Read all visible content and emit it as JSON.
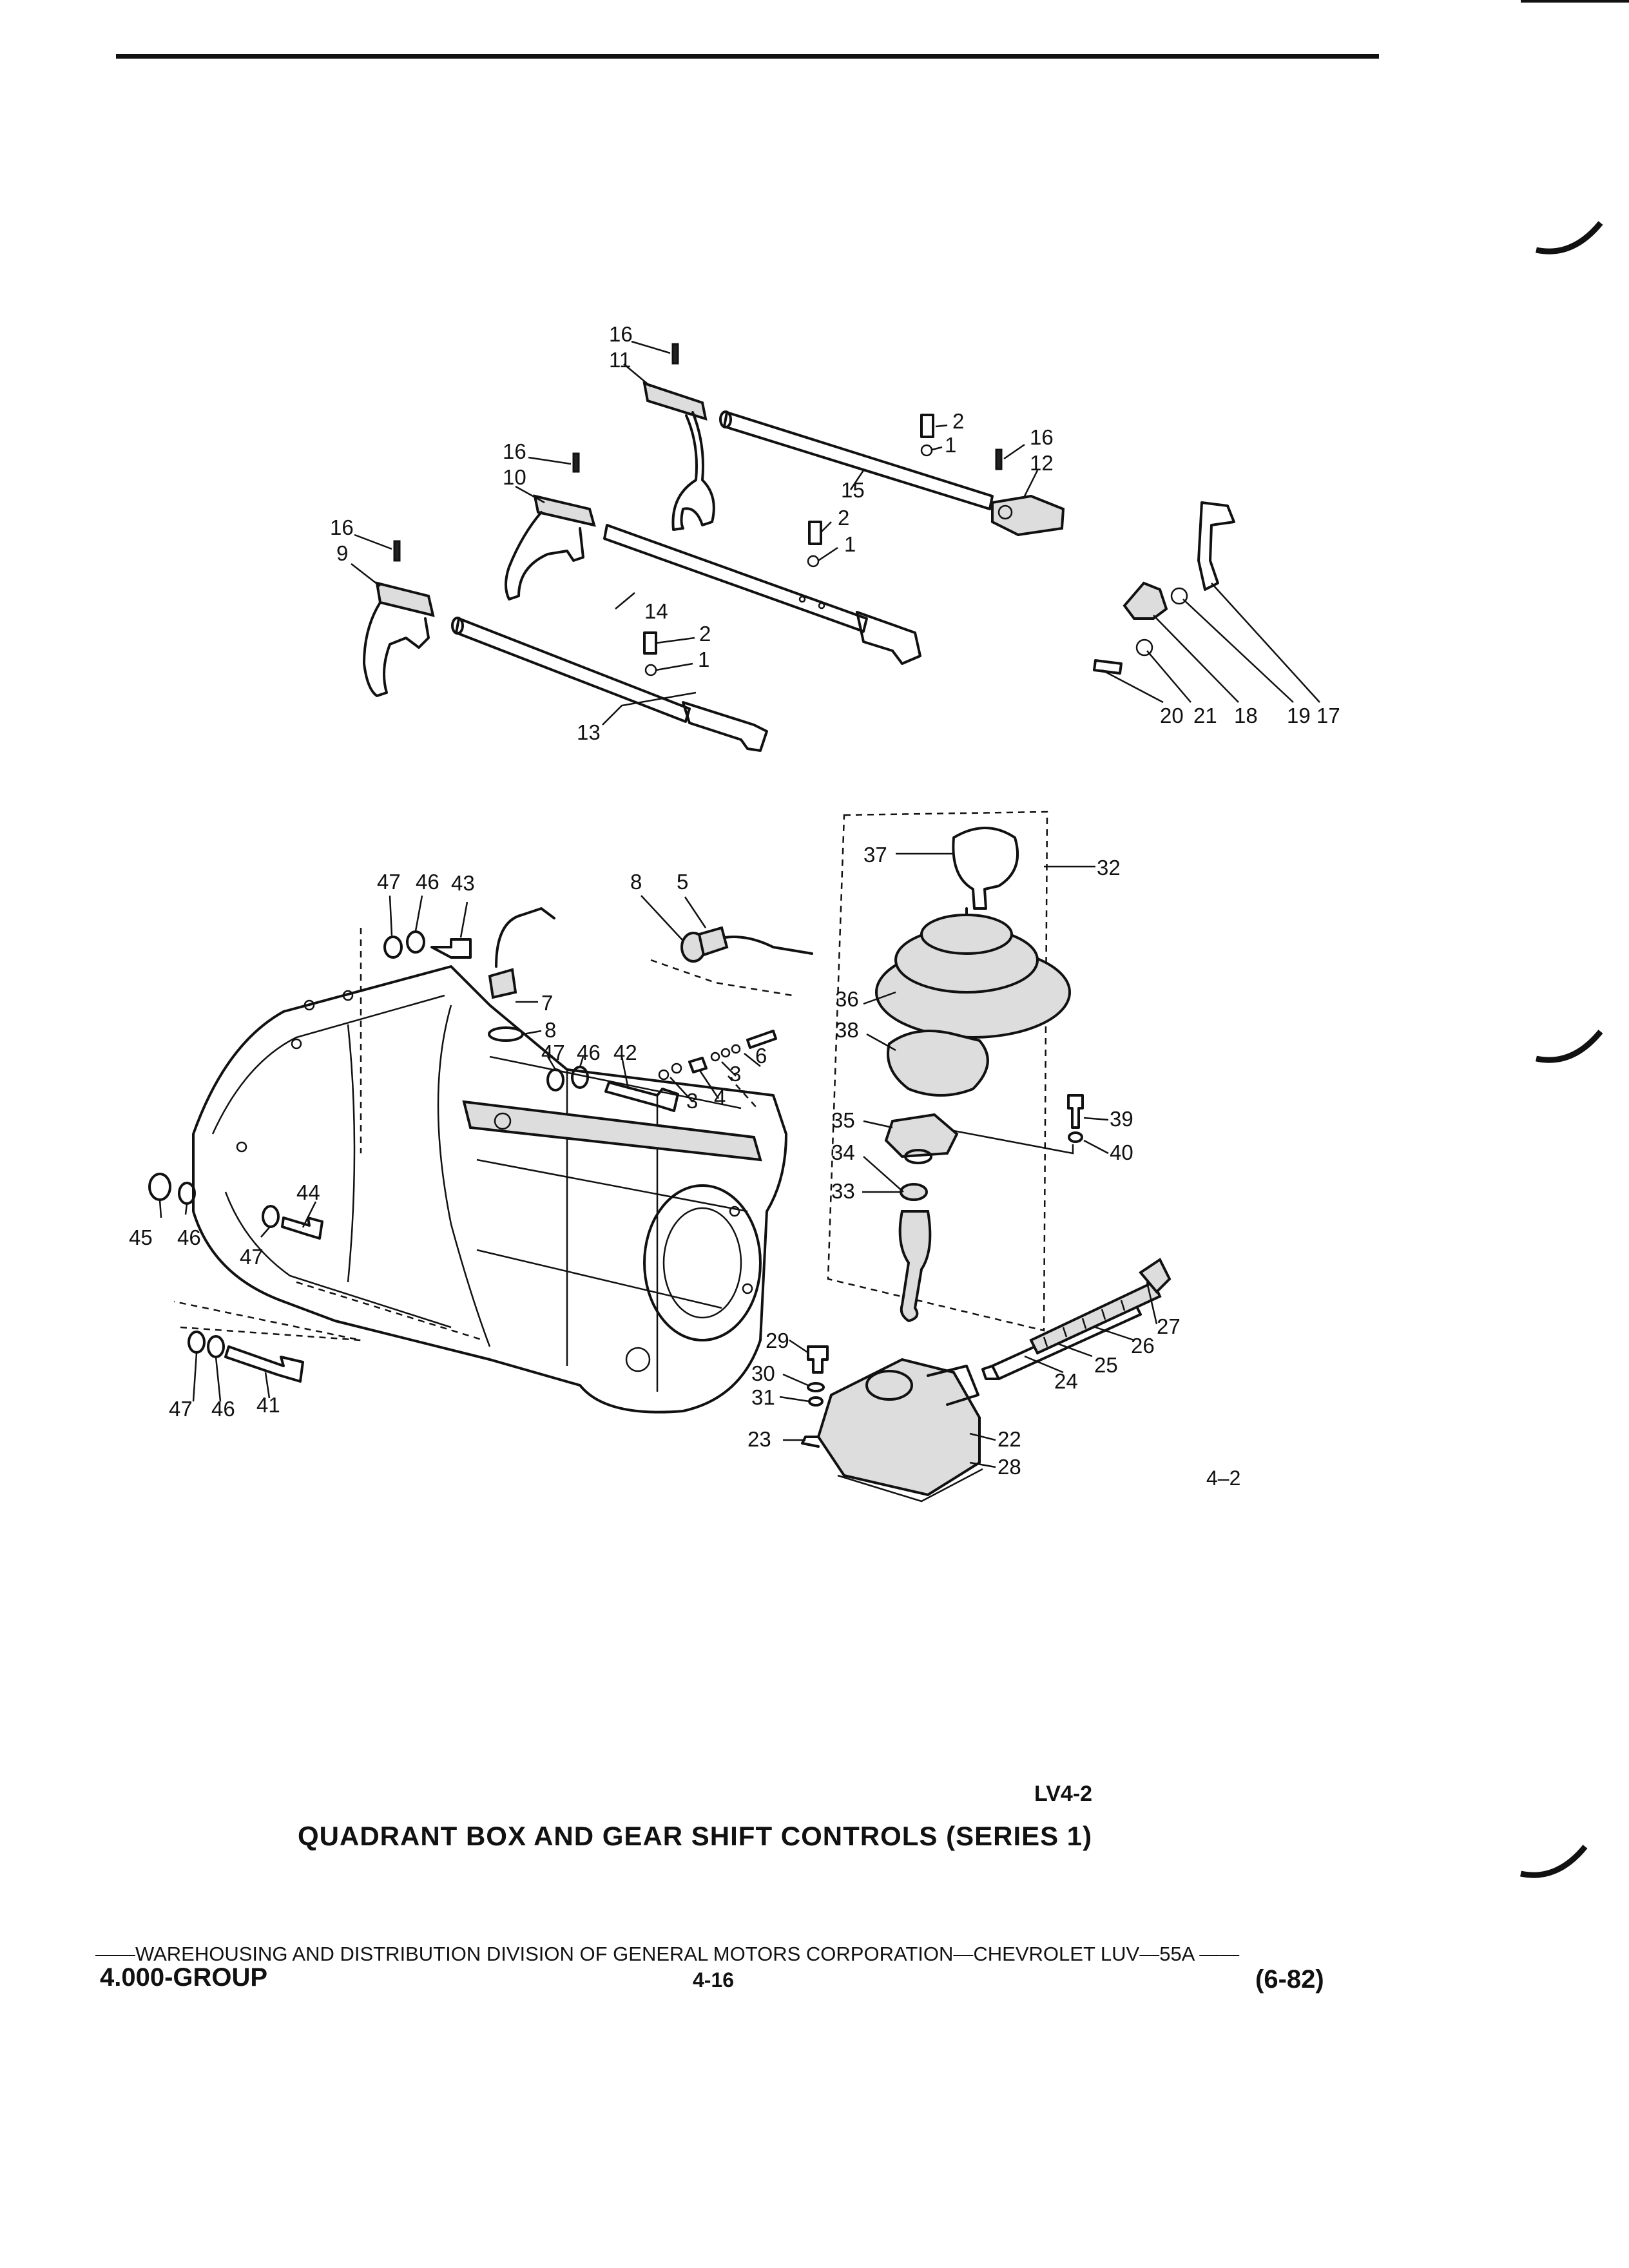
{
  "figure": {
    "code": "LV4-2",
    "title": "QUADRANT BOX AND GEAR SHIFT CONTROLS (SERIES 1)",
    "sub_ref": "4–2",
    "callouts": [
      {
        "id": "c-16a",
        "label": "16"
      },
      {
        "id": "c-11",
        "label": "11"
      },
      {
        "id": "c-2a",
        "label": "2"
      },
      {
        "id": "c-1a",
        "label": "1"
      },
      {
        "id": "c-16b",
        "label": "16"
      },
      {
        "id": "c-12",
        "label": "12"
      },
      {
        "id": "c-16c",
        "label": "16"
      },
      {
        "id": "c-10",
        "label": "10"
      },
      {
        "id": "c-15",
        "label": "15"
      },
      {
        "id": "c-2b",
        "label": "2"
      },
      {
        "id": "c-1b",
        "label": "1"
      },
      {
        "id": "c-16d",
        "label": "16"
      },
      {
        "id": "c-9",
        "label": "9"
      },
      {
        "id": "c-14",
        "label": "14"
      },
      {
        "id": "c-2c",
        "label": "2"
      },
      {
        "id": "c-1c",
        "label": "1"
      },
      {
        "id": "c-13",
        "label": "13"
      },
      {
        "id": "c-20",
        "label": "20"
      },
      {
        "id": "c-21",
        "label": "21"
      },
      {
        "id": "c-18",
        "label": "18"
      },
      {
        "id": "c-19",
        "label": "19"
      },
      {
        "id": "c-17",
        "label": "17"
      },
      {
        "id": "c-47a",
        "label": "47"
      },
      {
        "id": "c-46a",
        "label": "46"
      },
      {
        "id": "c-43",
        "label": "43"
      },
      {
        "id": "c-8a",
        "label": "8"
      },
      {
        "id": "c-5",
        "label": "5"
      },
      {
        "id": "c-37",
        "label": "37"
      },
      {
        "id": "c-32",
        "label": "32"
      },
      {
        "id": "c-7",
        "label": "7"
      },
      {
        "id": "c-8b",
        "label": "8"
      },
      {
        "id": "c-36",
        "label": "36"
      },
      {
        "id": "c-38",
        "label": "38"
      },
      {
        "id": "c-47b",
        "label": "47"
      },
      {
        "id": "c-46b",
        "label": "46"
      },
      {
        "id": "c-42",
        "label": "42"
      },
      {
        "id": "c-6",
        "label": "6"
      },
      {
        "id": "c-3a",
        "label": "3"
      },
      {
        "id": "c-3b",
        "label": "3"
      },
      {
        "id": "c-4",
        "label": "4"
      },
      {
        "id": "c-35",
        "label": "35"
      },
      {
        "id": "c-39",
        "label": "39"
      },
      {
        "id": "c-34",
        "label": "34"
      },
      {
        "id": "c-40",
        "label": "40"
      },
      {
        "id": "c-33",
        "label": "33"
      },
      {
        "id": "c-44",
        "label": "44"
      },
      {
        "id": "c-45",
        "label": "45"
      },
      {
        "id": "c-46c",
        "label": "46"
      },
      {
        "id": "c-47c",
        "label": "47"
      },
      {
        "id": "c-27",
        "label": "27"
      },
      {
        "id": "c-26",
        "label": "26"
      },
      {
        "id": "c-25",
        "label": "25"
      },
      {
        "id": "c-24",
        "label": "24"
      },
      {
        "id": "c-29",
        "label": "29"
      },
      {
        "id": "c-30",
        "label": "30"
      },
      {
        "id": "c-31",
        "label": "31"
      },
      {
        "id": "c-47d",
        "label": "47"
      },
      {
        "id": "c-46d",
        "label": "46"
      },
      {
        "id": "c-41",
        "label": "41"
      },
      {
        "id": "c-23",
        "label": "23"
      },
      {
        "id": "c-22",
        "label": "22"
      },
      {
        "id": "c-28",
        "label": "28"
      }
    ]
  },
  "footer": {
    "division": "——WAREHOUSING AND DISTRIBUTION  DIVISION OF GENERAL MOTORS CORPORATION—CHEVROLET LUV—55A  ——",
    "group": "4.000-GROUP",
    "page": "4-16",
    "date": "(6-82)"
  }
}
